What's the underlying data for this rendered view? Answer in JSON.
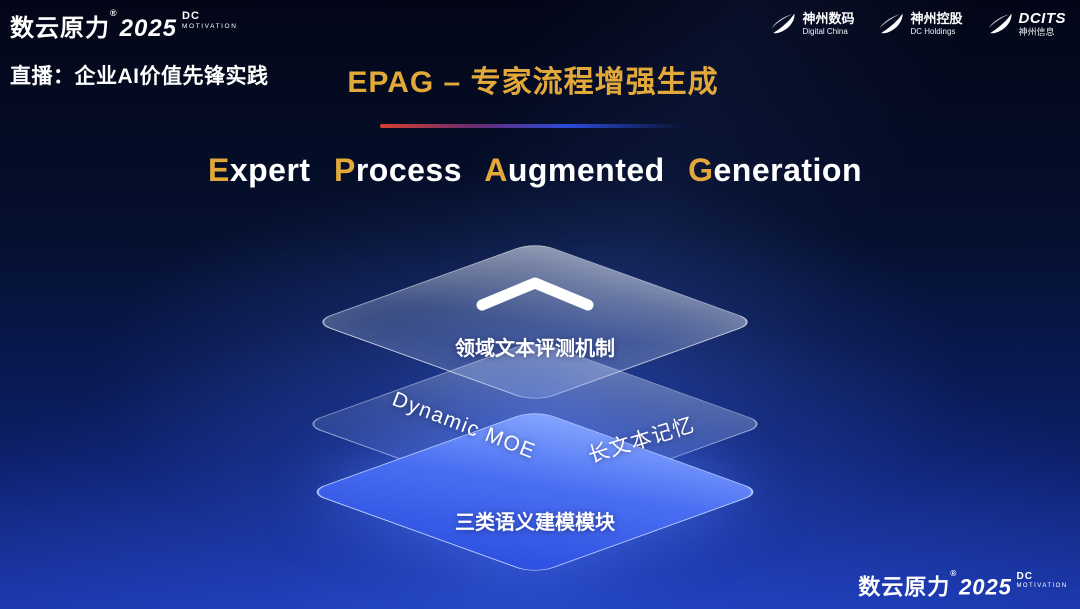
{
  "colors": {
    "gold": "#e2a93a",
    "background_top": "#030617",
    "background_bottom": "#1a36a8",
    "bottom_layer_blue": "#4a6ef2",
    "divider_red": "#d8402e",
    "divider_blue": "#2b4bd8"
  },
  "icons": {
    "stack_top": "chevron-up-icon",
    "partner_logo": "swoosh-icon"
  },
  "header": {
    "brand": {
      "name": "数云原力",
      "reg": "®",
      "year": "2025",
      "sub_top": "DC",
      "sub_bottom": "MOTIVATION"
    },
    "live_label": "直播：企业AI价值先锋实践",
    "page_title": "EPAG – 专家流程增强生成",
    "partner_logos": [
      {
        "name": "神州数码",
        "sub": "Digital China"
      },
      {
        "name": "神州控股",
        "sub": "DC Holdings"
      },
      {
        "name": "DCITS",
        "sub": "神州信息"
      }
    ]
  },
  "main": {
    "english_title": {
      "words": [
        {
          "initial": "E",
          "rest": "xpert"
        },
        {
          "initial": "P",
          "rest": "rocess"
        },
        {
          "initial": "A",
          "rest": "ugmented"
        },
        {
          "initial": "G",
          "rest": "eneration"
        }
      ]
    },
    "stack": {
      "top_layer_label": "领域文本评测机制",
      "middle_layer_label_left": "Dynamic MOE",
      "middle_layer_label_right": "长文本记忆",
      "bottom_layer_label": "三类语义建模模块"
    }
  },
  "footer": {
    "brand": {
      "name": "数云原力",
      "reg": "®",
      "year": "2025",
      "sub_top": "DC",
      "sub_bottom": "MOTIVATION"
    }
  }
}
